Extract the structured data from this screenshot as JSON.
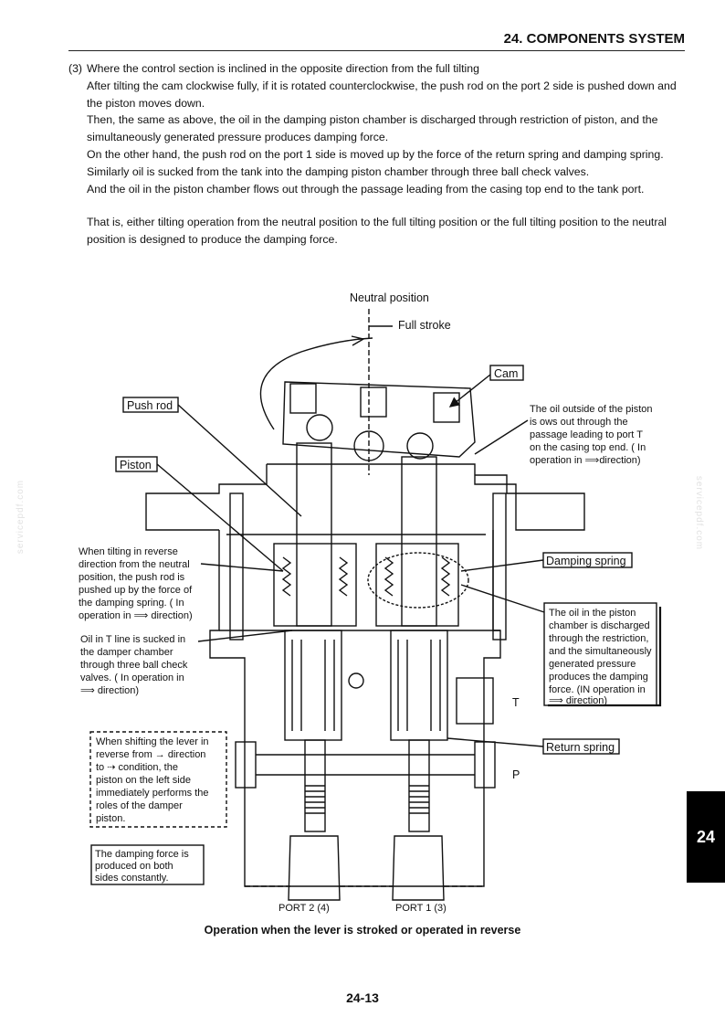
{
  "header": {
    "title": "24.  COMPONENTS SYSTEM"
  },
  "body": {
    "item_number": "(3)",
    "item_heading": "Where the control section is inclined in the opposite direction from the full tilting",
    "lines": [
      "After tilting the cam clockwise fully, if it is rotated counterclockwise, the push rod on the port 2 side is pushed down and the piston moves down.",
      "Then, the same as above, the oil in the damping piston chamber is discharged through restriction of piston, and the simultaneously generated pressure produces damping force.",
      "On the other hand, the push rod on the port 1 side is moved up by the force of the return spring and damping spring.",
      "Similarly oil is sucked from the tank into the damping piston chamber through three ball check valves.",
      "And the oil in the piston chamber flows out through the passage leading from the casing top end to the tank port."
    ],
    "summary": "That is, either tilting operation from the neutral position to the full tilting position or the full tilting position to the neutral position is designed to produce the damping force."
  },
  "diagram": {
    "neutral_position": "Neutral position",
    "full_stroke": "Full stroke",
    "cam": "Cam",
    "push_rod": "Push rod",
    "piston": "Piston",
    "damping_spring": "Damping spring",
    "return_spring": "Return spring",
    "t_label": "T",
    "p_label": "P",
    "port2": "PORT 2  (4)",
    "port1": "PORT 1  (3)",
    "oil_outside_lines": [
      "The oil outside of the piston",
      "is  ows out through the",
      "passage leading to port T",
      "on the casing top end. ( In",
      "operation in ⟹direction)"
    ],
    "reverse_tilt_lines": [
      "When tilting in reverse",
      "direction from the neutral",
      "position, the push rod is",
      "pushed up by the force of",
      "the damping spring. ( In",
      "operation in ⟹ direction)"
    ],
    "t_line_lines": [
      "Oil in T line is sucked in",
      "the damper chamber",
      "through three ball check",
      "valves. ( In operation in",
      "⟹ direction)"
    ],
    "piston_oil_lines": [
      "The oil in the piston",
      "chamber is discharged",
      "through the restriction,",
      "and the simultaneously",
      "generated pressure",
      "produces the damping",
      "force. (IN operation in",
      "⟹ direction)"
    ],
    "shift_lines": [
      "When shifting the lever in",
      "reverse from → direction",
      "to ⇢ condition, the",
      "piston on the left side",
      "immediately performs the",
      "roles of the damper",
      "piston."
    ],
    "both_sides_lines": [
      "The damping force is",
      "produced on both",
      "sides constantly."
    ]
  },
  "caption": "Operation when the lever is stroked or operated in reverse",
  "page_number": "24-13",
  "chapter_tab": "24",
  "watermark": "servicepdf.com"
}
